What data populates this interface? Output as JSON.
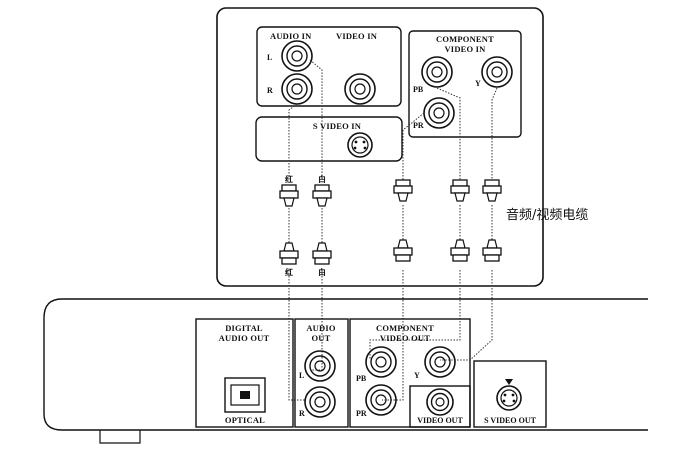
{
  "tv_panel": {
    "audio_in": "AUDIO IN",
    "video_in": "VIDEO IN",
    "component_video_in_line1": "COMPONENT",
    "component_video_in_line2": "VIDEO IN",
    "s_video_in": "S VIDEO IN",
    "jack_l": "L",
    "jack_r": "R",
    "jack_pb": "PB",
    "jack_pr": "PR",
    "jack_y": "Y"
  },
  "cable": {
    "plug_red": "红",
    "plug_white": "白",
    "caption": "音频/视频电缆"
  },
  "player_panel": {
    "digital_audio_out_line1": "DIGITAL",
    "digital_audio_out_line2": "AUDIO OUT",
    "optical": "OPTICAL",
    "audio_out_line1": "AUDIO",
    "audio_out_line2": "OUT",
    "jack_l": "L",
    "jack_r": "R",
    "component_video_out_line1": "COMPONENT",
    "component_video_out_line2": "VIDEO OUT",
    "jack_pb": "PB",
    "jack_pr": "PR",
    "jack_y": "Y",
    "video_out": "VIDEO OUT",
    "s_video_out": "S VIDEO OUT"
  }
}
